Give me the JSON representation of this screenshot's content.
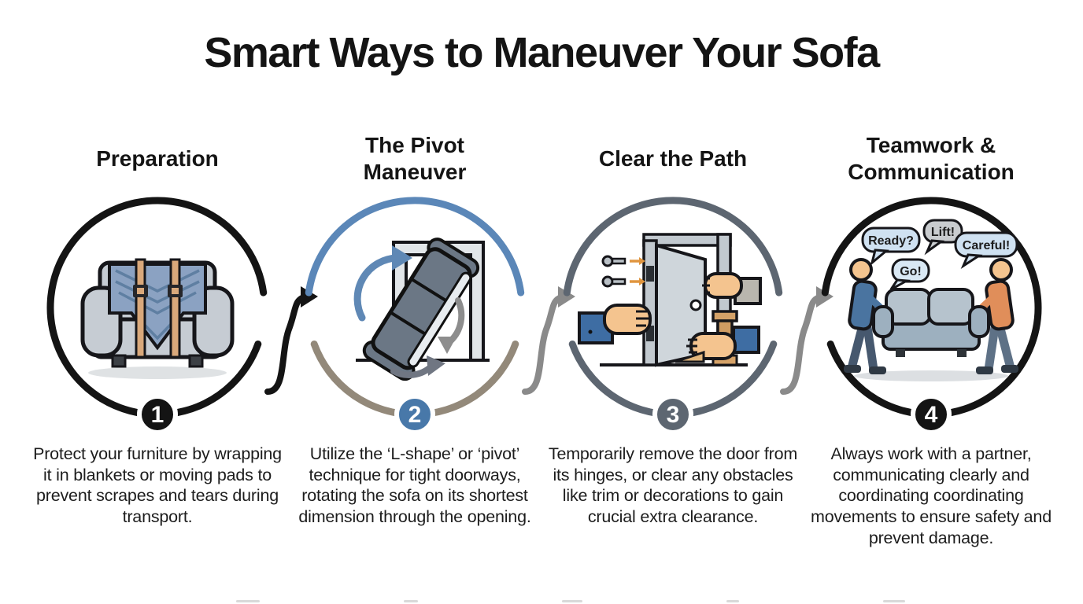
{
  "title": "Smart Ways to Maneuver Your Sofa",
  "colors": {
    "step1_ring": "#141414",
    "step1_badge": "#141414",
    "step2_ring_top": "#5b87b8",
    "step2_ring_bottom": "#93897a",
    "step2_badge": "#4878a9",
    "step3_ring": "#5d6671",
    "step3_badge": "#5d6671",
    "step4_ring": "#141414",
    "step4_badge": "#141414"
  },
  "steps": [
    {
      "number": "1",
      "title": "Preparation",
      "description": "Protect your furniture by wrapping it in blankets or moving pads to prevent scrapes and tears during transport.",
      "ring_color": "#141414",
      "badge_color": "#141414"
    },
    {
      "number": "2",
      "title": "The Pivot Maneuver",
      "description": "Utilize the ‘L-shape’ or ‘pivot’ technique for tight doorways, rotating the sofa on its shortest dimension through the opening.",
      "ring_color_top": "#5b87b8",
      "ring_color_bottom": "#93897a",
      "badge_color": "#4878a9"
    },
    {
      "number": "3",
      "title": "Clear the Path",
      "description": "Temporarily remove the door from its hinges, or clear any obstacles like trim or decorations to gain crucial extra clearance.",
      "ring_color": "#5d6671",
      "badge_color": "#5d6671"
    },
    {
      "number": "4",
      "title": "Teamwork & Communication",
      "description": "Always work with a partner, communicating clearly and coordinating coordinating movements to ensure safety and prevent damage.",
      "ring_color": "#141414",
      "badge_color": "#141414",
      "bubbles": [
        {
          "text": "Ready?"
        },
        {
          "text": "Go!"
        },
        {
          "text": "Lift!"
        },
        {
          "text": "Careful!"
        }
      ]
    }
  ],
  "connectors": [
    {
      "color": "#141414"
    },
    {
      "color": "#8a8a8a"
    },
    {
      "color": "#8a8a8a"
    }
  ]
}
